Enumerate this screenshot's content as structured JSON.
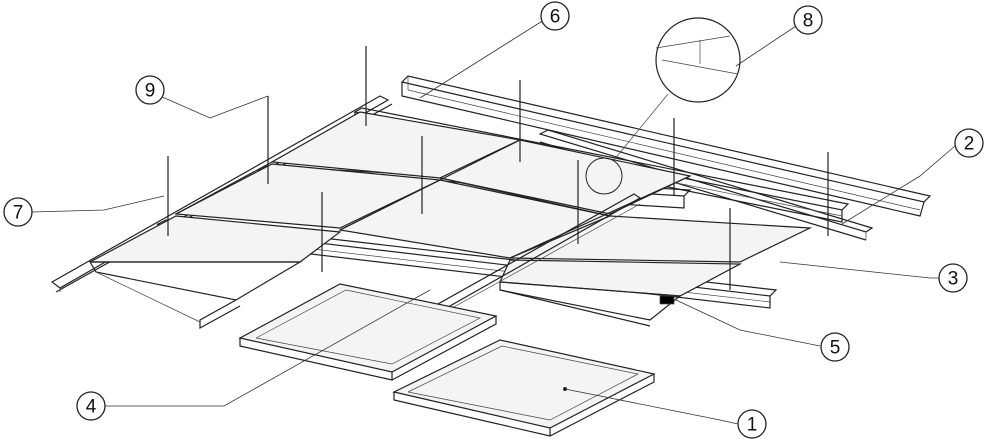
{
  "callouts": [
    {
      "label": "1"
    },
    {
      "label": "2"
    },
    {
      "label": "3"
    },
    {
      "label": "4"
    },
    {
      "label": "5"
    },
    {
      "label": "6"
    },
    {
      "label": "7"
    },
    {
      "label": "8"
    },
    {
      "label": "9"
    }
  ],
  "colors": {
    "line": "#222222",
    "background": "#ffffff",
    "panel": "#f4f4f4"
  }
}
